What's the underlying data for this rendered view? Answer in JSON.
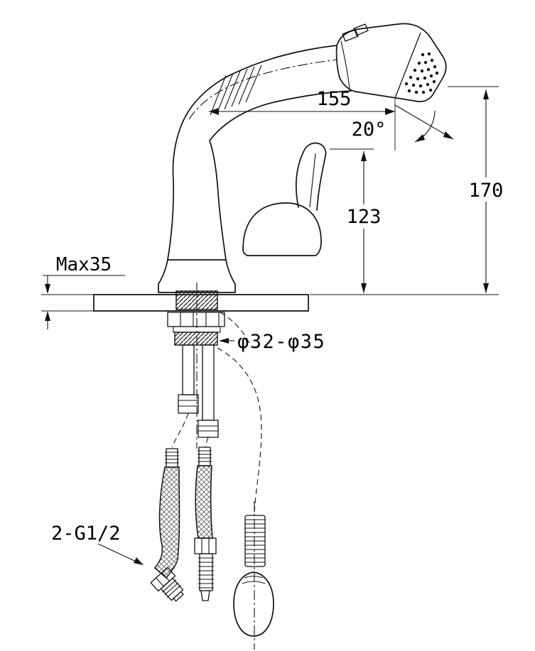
{
  "page": {
    "background": "#ffffff",
    "line_color": "#111111"
  },
  "drawing": {
    "type": "technical-diagram",
    "dimensions": {
      "spout_reach": "155",
      "spray_angle": "20°",
      "overall_height": "170",
      "outlet_height": "123",
      "max_mounting_thickness": "Max35",
      "mounting_hole_diameter": "φ32-φ35",
      "inlet_thread": "2-G1/2"
    }
  }
}
